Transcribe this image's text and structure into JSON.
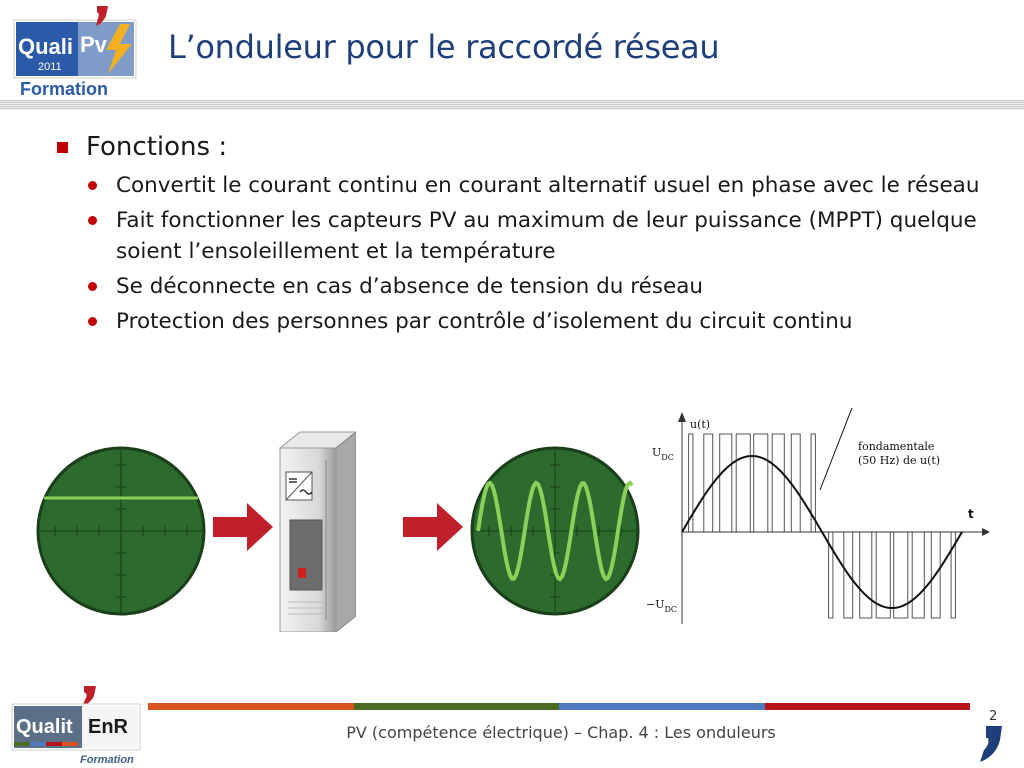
{
  "header": {
    "title": "L’onduleur pour le raccordé réseau",
    "logo": {
      "word1": "Quali",
      "word2": "Pv",
      "year": "2011",
      "sub": "Formation",
      "icon": "lightning-bolt-icon"
    }
  },
  "content": {
    "heading": "Fonctions :",
    "bullets": [
      {
        "text": "Convertit le courant continu en courant alternatif usuel en phase avec le réseau"
      },
      {
        "text": "Fait fonctionner les capteurs PV au maximum de leur puissance (MPPT) quelque soient  l’ensoleillement et la température"
      },
      {
        "text": "Se déconnecte en cas d’absence de tension du réseau"
      },
      {
        "text": "Protection des personnes par contrôle d’isolement du circuit continu"
      }
    ]
  },
  "diagram": {
    "arrow_color": "#c0202a",
    "scope_color": "#2d6a2d",
    "trace_color": "#8ad05a",
    "wave": {
      "y_label": "u(t)",
      "pos_label": "U",
      "pos_sub": "DC",
      "neg_label": "−U",
      "neg_sub": "DC",
      "x_label": "t",
      "annotation_line1": "fondamentale",
      "annotation_line2": "(50 Hz) de u(t)"
    }
  },
  "footer": {
    "text": "PV (compétence électrique) – Chap. 4 : Les onduleurs",
    "page": "2",
    "logo": {
      "word1": "Qualit",
      "word2": "EnR",
      "sub": "Formation"
    },
    "bar_colors": [
      "#d9531e",
      "#4a6b22",
      "#4f7ac2",
      "#b8141c"
    ]
  }
}
